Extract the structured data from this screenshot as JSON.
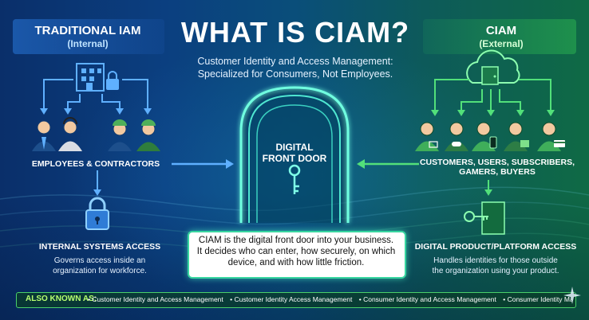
{
  "title": "WHAT IS CIAM?",
  "subtitle_line1": "Customer Identity and Access Management:",
  "subtitle_line2": "Specialized for Consumers, Not Employees.",
  "left": {
    "title": "TRADITIONAL IAM",
    "subtitle": "(Internal)",
    "group_label": "EMPLOYEES & CONTRACTORS",
    "access_title": "INTERNAL SYSTEMS ACCESS",
    "access_desc_line1": "Governs access inside an",
    "access_desc_line2": "organization for workforce."
  },
  "right": {
    "title": "CIAM",
    "subtitle": "(External)",
    "group_label_line1": "CUSTOMERS, USERS, SUBSCRIBERS,",
    "group_label_line2": "GAMERS, BUYERS",
    "access_title": "DIGITAL PRODUCT/PLATFORM ACCESS",
    "access_desc_line1": "Handles identities for those outside",
    "access_desc_line2": "the organization using your product."
  },
  "door": {
    "label_line1": "DIGITAL",
    "label_line2": "FRONT DOOR"
  },
  "callout": {
    "line1": "CIAM is the digital front door into your business.",
    "line2": "It decides who can enter, how securely, on which",
    "line3": "device, and with how little friction."
  },
  "also_known_as": {
    "label": "ALSO KNOWN AS:",
    "items": [
      "• Customer Identity and Access Management",
      "• Customer Identity Access Management",
      "• Consumer Identity and Access Management",
      "• Consumer Identity Management"
    ]
  },
  "colors": {
    "left_accent": "#3a8fe8",
    "right_accent": "#3bd16f",
    "door_glow": "#6fffe0",
    "callout_border": "#38d6a0"
  }
}
